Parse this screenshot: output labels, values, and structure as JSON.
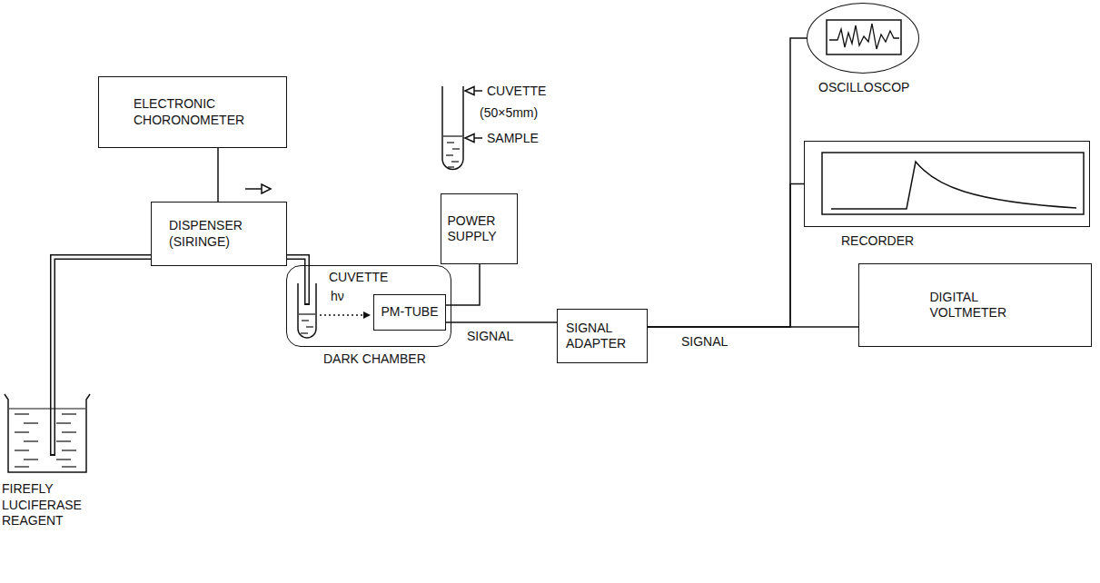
{
  "diagram": {
    "nodes": [
      {
        "text": [
          "ELECTRONIC CHORONOMETER"
        ]
      },
      {
        "text": [
          "DISPENSER (SIRINGE)"
        ]
      },
      {
        "text": [
          "FIREFLY LUCIFERASE REAGENT"
        ]
      },
      {
        "text": [
          "POWER SUPPLY"
        ]
      },
      {
        "text": [
          "DARK CHAMBER"
        ]
      },
      {
        "text": [
          "PM-TUBE"
        ],
        "in": 4
      },
      {
        "text": [
          "SIGNAL ADAPTER"
        ]
      },
      {
        "text": [
          "OSCILLOSCOP"
        ]
      },
      {
        "text": [
          "RECORDER"
        ]
      },
      {
        "text": [
          "DIGITAL VOLTMETER"
        ]
      }
    ],
    "edges": [
      {
        "from": 0,
        "to": 1,
        "arrow": "none"
      },
      {
        "from": 2,
        "to": 1,
        "arrow": "none"
      },
      {
        "from": 1,
        "to": 4,
        "arrow": "none"
      },
      {
        "from": 3,
        "to": 5,
        "arrow": "none"
      },
      {
        "from": 5,
        "to": 6,
        "label": "SIGNAL",
        "arrow": "none"
      },
      {
        "from": 6,
        "to": 7,
        "arrow": "none"
      },
      {
        "from": 6,
        "to": 8,
        "arrow": "none"
      },
      {
        "from": 6,
        "to": 9,
        "label": "SIGNAL",
        "arrow": "none"
      }
    ],
    "labels": [
      "CUVETTE",
      "(50×5mm)",
      "SAMPLE",
      "CUVETTE",
      "hν"
    ]
  }
}
